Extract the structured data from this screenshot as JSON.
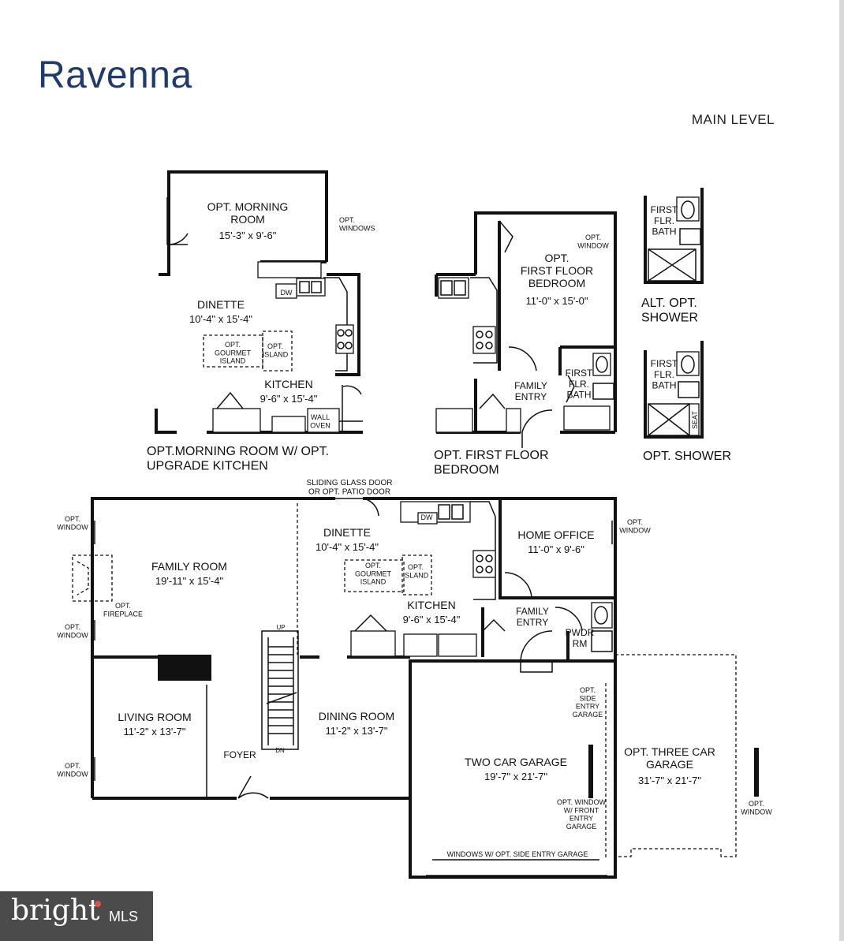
{
  "title": "Ravenna",
  "level": "MAIN LEVEL",
  "logo": {
    "text": "bright",
    "suffix": "MLS"
  },
  "top_plans": {
    "morning_room": {
      "room_name": "OPT. MORNING\nROOM",
      "room_dims": "15'-3\" x 9'-6\"",
      "windows": "OPT.\nWINDOWS",
      "dinette": "DINETTE",
      "dinette_dims": "10'-4\" x 15'-4\"",
      "gourmet": "OPT.\nGOURMET\nISLAND",
      "island": "OPT.\nISLAND",
      "dw": "DW",
      "kitchen": "KITCHEN",
      "kitchen_dims": "9'-6\" x 15'-4\"",
      "wall_oven": "WALL\nOVEN",
      "caption": "OPT.MORNING ROOM W/  OPT.\nUPGRADE KITCHEN"
    },
    "first_floor_bedroom": {
      "window": "OPT.\nWINDOW",
      "bedroom": "OPT.\nFIRST FLOOR\nBEDROOM",
      "bedroom_dims": "11'-0\" x 15'-0\"",
      "family_entry": "FAMILY\nENTRY",
      "bath": "FIRST\nFLR.\nBATH",
      "caption": "OPT. FIRST FLOOR\nBEDROOM"
    },
    "alt_shower": {
      "bath": "FIRST\nFLR.\nBATH",
      "caption": "ALT. OPT.\nSHOWER"
    },
    "opt_shower": {
      "bath": "FIRST\nFLR.\nBATH",
      "seat": "SEAT",
      "caption": "OPT. SHOWER"
    }
  },
  "main_plan": {
    "sliding_door": "SLIDING GLASS DOOR\nOR OPT. PATIO DOOR",
    "window_fr_top": "OPT.\nWINDOW",
    "window_fr_bottom": "OPT.\nWINDOW",
    "window_lr": "OPT.\nWINDOW",
    "window_office": "OPT.\nWINDOW",
    "fireplace": "OPT.\nFIREPLACE",
    "family_room": "FAMILY ROOM",
    "family_room_dims": "19'-11\" x 15'-4\"",
    "dinette": "DINETTE",
    "dinette_dims": "10'-4\" x 15'-4\"",
    "gourmet": "OPT.\nGOURMET\nISLAND",
    "island": "OPT.\nISLAND",
    "dw": "DW",
    "kitchen": "KITCHEN",
    "kitchen_dims": "9'-6\" x 15'-4\"",
    "home_office": "HOME OFFICE",
    "home_office_dims": "11'-0\" x 9'-6\"",
    "family_entry": "FAMILY\nENTRY",
    "powder": "PWDR\nRM",
    "up": "UP",
    "dn": "DN",
    "living_room": "LIVING ROOM",
    "living_room_dims": "11'-2\" x 13'-7\"",
    "dining_room": "DINING ROOM",
    "dining_room_dims": "11'-2\" x 13'-7\"",
    "foyer": "FOYER",
    "side_entry": "OPT.\nSIDE\nENTRY\nGARAGE",
    "garage": "TWO CAR GARAGE",
    "garage_dims": "19'-7\" x 21'-7\"",
    "front_entry": "OPT. WINDOW\nW/ FRONT\nENTRY\nGARAGE",
    "three_car": "OPT. THREE CAR\nGARAGE",
    "three_car_dims": "31'-7\" x 21'-7\"",
    "garage_window": "OPT.\nWINDOW",
    "windows_side_entry": "WINDOWS W/ OPT. SIDE ENTRY GARAGE"
  }
}
